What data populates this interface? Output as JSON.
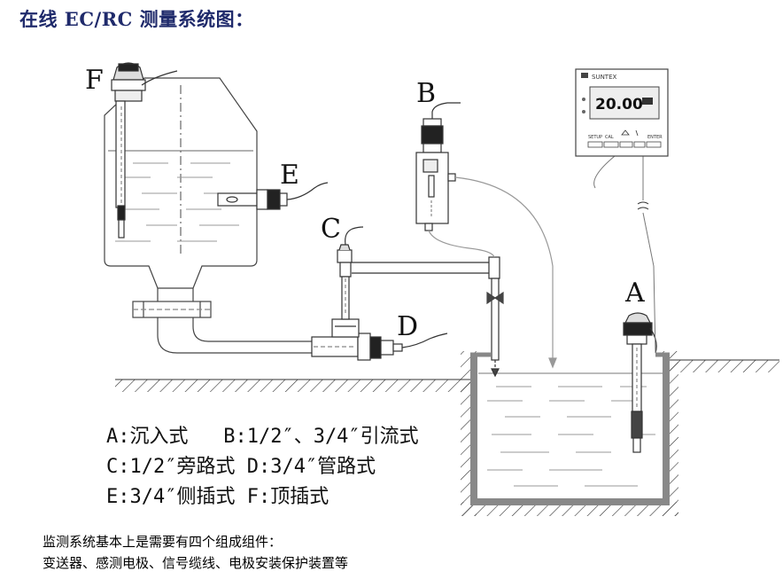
{
  "title": "在线 EC/RC 测量系统图：",
  "labels": {
    "A": "A",
    "B": "B",
    "C": "C",
    "D": "D",
    "E": "E",
    "F": "F"
  },
  "meter": {
    "brand": "SUNTEX",
    "display": "20.00",
    "buttons": [
      "SETUP",
      "CAL",
      "",
      "",
      "ENTER"
    ]
  },
  "legend": {
    "line1": "A:沉入式   B:1/2″、3/4″引流式",
    "line2": "C:1/2″旁路式 D:3/4″管路式",
    "line3": "E:3/4″侧插式 F:顶插式"
  },
  "notes": {
    "line1": "监测系统基本上是需要有四个组成组件：",
    "line2": "变送器、感测电极、信号缆线、电极安装保护装置等"
  }
}
